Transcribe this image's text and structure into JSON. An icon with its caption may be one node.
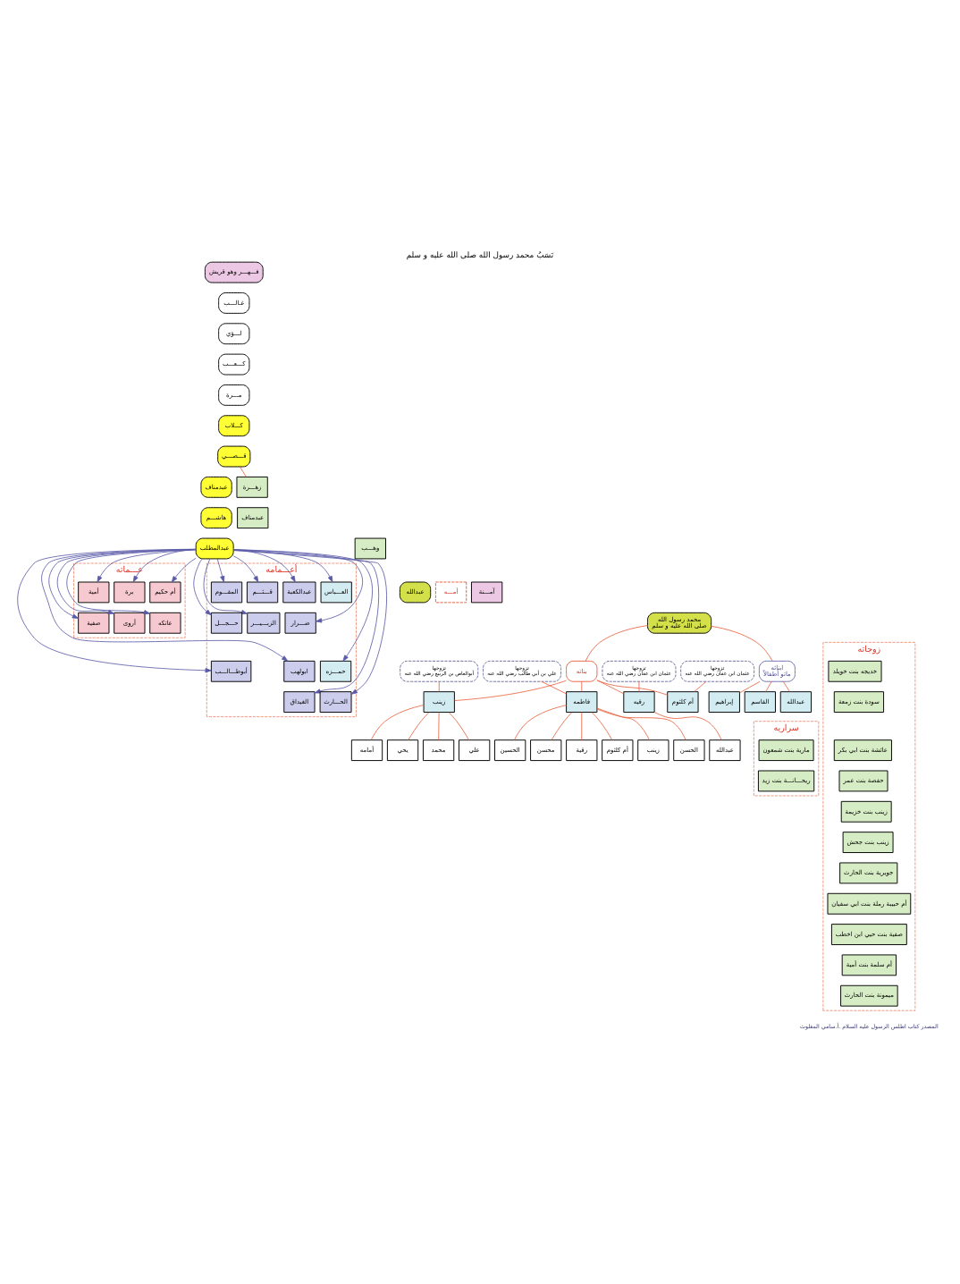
{
  "diagram": {
    "title": "نَسَبُ محمد رسول الله صلى الله عليه و سلم",
    "nodes": [
      {
        "text": [
          "فـــهـــر وهو قريش"
        ]
      },
      {
        "text": [
          "غـالـــب"
        ]
      },
      {
        "text": [
          "لـــؤي"
        ]
      },
      {
        "text": [
          "كـــعـــب"
        ]
      },
      {
        "text": [
          "مـــرة"
        ]
      },
      {
        "text": [
          "كـــلاب"
        ]
      },
      {
        "text": [
          "قـــصـــي"
        ]
      },
      {
        "text": [
          "عبدمناف"
        ]
      },
      {
        "text": [
          "هاشـــم"
        ]
      },
      {
        "text": [
          "عبدالمطلب"
        ]
      },
      {
        "text": [
          "عبدالله"
        ]
      },
      {
        "text": [
          "محمد رسول الله",
          "صلى الله عليه و سلم"
        ]
      },
      {
        "text": [
          "زهـــرة"
        ]
      },
      {
        "text": [
          "عبدمناف"
        ]
      },
      {
        "text": [
          "وهـــب"
        ]
      },
      {
        "text": [
          "آمـــنة"
        ],
        "beside": [
          "أمـــه"
        ]
      },
      {
        "text": [
          "عـــماته"
        ]
      },
      {
        "text": [
          "أمية"
        ],
        "in": 16
      },
      {
        "text": [
          "برة"
        ],
        "in": 16
      },
      {
        "text": [
          "أم حكيم"
        ],
        "in": 16
      },
      {
        "text": [
          "صفية"
        ],
        "in": 16
      },
      {
        "text": [
          "أروى"
        ],
        "in": 16
      },
      {
        "text": [
          "عاتكه"
        ],
        "in": 16
      },
      {
        "text": [
          "أعـــمامه"
        ]
      },
      {
        "text": [
          "عبدالكعبة"
        ],
        "in": 23
      },
      {
        "text": [
          "قـــثـــم"
        ],
        "in": 23
      },
      {
        "text": [
          "المقـــوم"
        ],
        "in": 23
      },
      {
        "text": [
          "ضـــرار"
        ],
        "in": 23
      },
      {
        "text": [
          "الزبـــيـــر"
        ],
        "in": 23
      },
      {
        "text": [
          "حـــجـــل"
        ],
        "in": 23
      },
      {
        "text": [
          "ابولهب"
        ],
        "in": 23
      },
      {
        "text": [
          "حمـــزه"
        ],
        "in": 23
      },
      {
        "text": [
          "أبوطـــالـــب"
        ],
        "in": 23
      },
      {
        "text": [
          "الغيداق"
        ],
        "in": 23
      },
      {
        "text": [
          "الحـــارث"
        ],
        "in": 23
      },
      {
        "text": [
          "العـــباس"
        ],
        "in": 23
      },
      {
        "text": [
          "زوجاته"
        ]
      },
      {
        "text": [
          "خديجه بنت خويلد"
        ],
        "in": 36
      },
      {
        "text": [
          "سودة بنت زمعة"
        ],
        "in": 36
      },
      {
        "text": [
          "عائشة بنت ابي بكر"
        ],
        "in": 36
      },
      {
        "text": [
          "حفصة بنت عمر"
        ],
        "in": 36
      },
      {
        "text": [
          "زينب بنت خزيمة"
        ],
        "in": 36
      },
      {
        "text": [
          "زينب بنت جحش"
        ],
        "in": 36
      },
      {
        "text": [
          "جويرية بنت الحارث"
        ],
        "in": 36
      },
      {
        "text": [
          "أم حبيبة رملة بنت ابي سفيان"
        ],
        "in": 36
      },
      {
        "text": [
          "صفية بنت حيي ابن اخطب"
        ],
        "in": 36
      },
      {
        "text": [
          "أم سلمة بنت أمية"
        ],
        "in": 36
      },
      {
        "text": [
          "ميمونة بنت الحارث"
        ],
        "in": 36
      },
      {
        "text": [
          "ابنائه",
          "ماتو أطفالاً"
        ]
      },
      {
        "text": [
          "القاسم"
        ]
      },
      {
        "text": [
          "عبدالله"
        ]
      },
      {
        "text": [
          "إبراهيم"
        ]
      },
      {
        "text": [
          "سراريه"
        ]
      },
      {
        "text": [
          "مارية بنت شمعون"
        ],
        "in": 52
      },
      {
        "text": [
          "ريحـــانـــة بنت زيد"
        ],
        "in": 52
      },
      {
        "text": [
          "بناته"
        ]
      },
      {
        "text": [
          "زينب"
        ]
      },
      {
        "text": [
          "فاطمه"
        ]
      },
      {
        "text": [
          "رقيه"
        ]
      },
      {
        "text": [
          "أم كلثوم"
        ]
      },
      {
        "text": [
          "تزوجها",
          "أبوالعاص بن الربيع رضي الله عنه"
        ]
      },
      {
        "text": [
          "تزوجها",
          "علي بن أبي طالب رضي الله عنه"
        ]
      },
      {
        "text": [
          "تزوجها",
          "عثمان ابن عفان رضي الله عنه"
        ]
      },
      {
        "text": [
          "تزوجها",
          "عثمان ابن عفان رضي الله عنه"
        ]
      },
      {
        "text": [
          "علي"
        ]
      },
      {
        "text": [
          "أمامه"
        ]
      },
      {
        "text": [
          "يحي"
        ]
      },
      {
        "text": [
          "محمد"
        ]
      },
      {
        "text": [
          "الحسن"
        ]
      },
      {
        "text": [
          "الحسين"
        ]
      },
      {
        "text": [
          "محسن"
        ]
      },
      {
        "text": [
          "رقية"
        ]
      },
      {
        "text": [
          "أم كلثوم"
        ]
      },
      {
        "text": [
          "زينب"
        ]
      },
      {
        "text": [
          "عبدالله"
        ]
      }
    ],
    "edges": [
      {
        "from": 6,
        "to": 12,
        "arrow": "none"
      },
      {
        "from": 9,
        "to": 17,
        "arrow": "to",
        "color": "#5a5aa8"
      },
      {
        "from": 9,
        "to": 18,
        "arrow": "to",
        "color": "#5a5aa8"
      },
      {
        "from": 9,
        "to": 19,
        "arrow": "to",
        "color": "#5a5aa8"
      },
      {
        "from": 9,
        "to": 20,
        "arrow": "to",
        "color": "#5a5aa8"
      },
      {
        "from": 9,
        "to": 21,
        "arrow": "to",
        "color": "#5a5aa8"
      },
      {
        "from": 9,
        "to": 22,
        "arrow": "to",
        "color": "#5a5aa8"
      },
      {
        "from": 9,
        "to": 24,
        "arrow": "to",
        "color": "#5a5aa8"
      },
      {
        "from": 9,
        "to": 25,
        "arrow": "to",
        "color": "#5a5aa8"
      },
      {
        "from": 9,
        "to": 26,
        "arrow": "to",
        "color": "#5a5aa8"
      },
      {
        "from": 9,
        "to": 27,
        "arrow": "to",
        "color": "#5a5aa8"
      },
      {
        "from": 9,
        "to": 28,
        "arrow": "to",
        "color": "#5a5aa8"
      },
      {
        "from": 9,
        "to": 29,
        "arrow": "to",
        "color": "#5a5aa8"
      },
      {
        "from": 9,
        "to": 30,
        "arrow": "to",
        "color": "#5a5aa8"
      },
      {
        "from": 9,
        "to": 31,
        "arrow": "to",
        "color": "#5a5aa8"
      },
      {
        "from": 9,
        "to": 32,
        "arrow": "to",
        "color": "#5a5aa8"
      },
      {
        "from": 9,
        "to": 33,
        "arrow": "to",
        "color": "#5a5aa8"
      },
      {
        "from": 9,
        "to": 34,
        "arrow": "to",
        "color": "#5a5aa8"
      },
      {
        "from": 9,
        "to": 35,
        "arrow": "to",
        "color": "#5a5aa8"
      },
      {
        "from": 11,
        "to": 48,
        "arrow": "none"
      },
      {
        "from": 48,
        "to": 49,
        "arrow": "none"
      },
      {
        "from": 48,
        "to": 50,
        "arrow": "none"
      },
      {
        "from": 48,
        "to": 51,
        "arrow": "none"
      },
      {
        "from": 11,
        "to": 55,
        "arrow": "none"
      },
      {
        "from": 55,
        "to": 56,
        "arrow": "none"
      },
      {
        "from": 55,
        "to": 57,
        "arrow": "none"
      },
      {
        "from": 55,
        "to": 58,
        "arrow": "none"
      },
      {
        "from": 55,
        "to": 59,
        "arrow": "none"
      },
      {
        "from": 60,
        "to": 56,
        "arrow": "none"
      },
      {
        "from": 61,
        "to": 57,
        "arrow": "none"
      },
      {
        "from": 62,
        "to": 58,
        "arrow": "none"
      },
      {
        "from": 63,
        "to": 59,
        "arrow": "none"
      },
      {
        "from": 56,
        "to": 64,
        "arrow": "none"
      },
      {
        "from": 56,
        "to": 65,
        "arrow": "none"
      },
      {
        "from": 56,
        "to": 66,
        "arrow": "none"
      },
      {
        "from": 56,
        "to": 67,
        "arrow": "none"
      },
      {
        "from": 57,
        "to": 68,
        "arrow": "none"
      },
      {
        "from": 57,
        "to": 69,
        "arrow": "none"
      },
      {
        "from": 57,
        "to": 70,
        "arrow": "none"
      },
      {
        "from": 57,
        "to": 71,
        "arrow": "none"
      },
      {
        "from": 57,
        "to": 72,
        "arrow": "none"
      },
      {
        "from": 57,
        "to": 73,
        "arrow": "none"
      },
      {
        "from": 58,
        "to": 74,
        "arrow": "none"
      }
    ],
    "labels": [
      "المصدر كتاب اطلس الرسول عليه السلام .أ.سامي المغلوث"
    ]
  }
}
